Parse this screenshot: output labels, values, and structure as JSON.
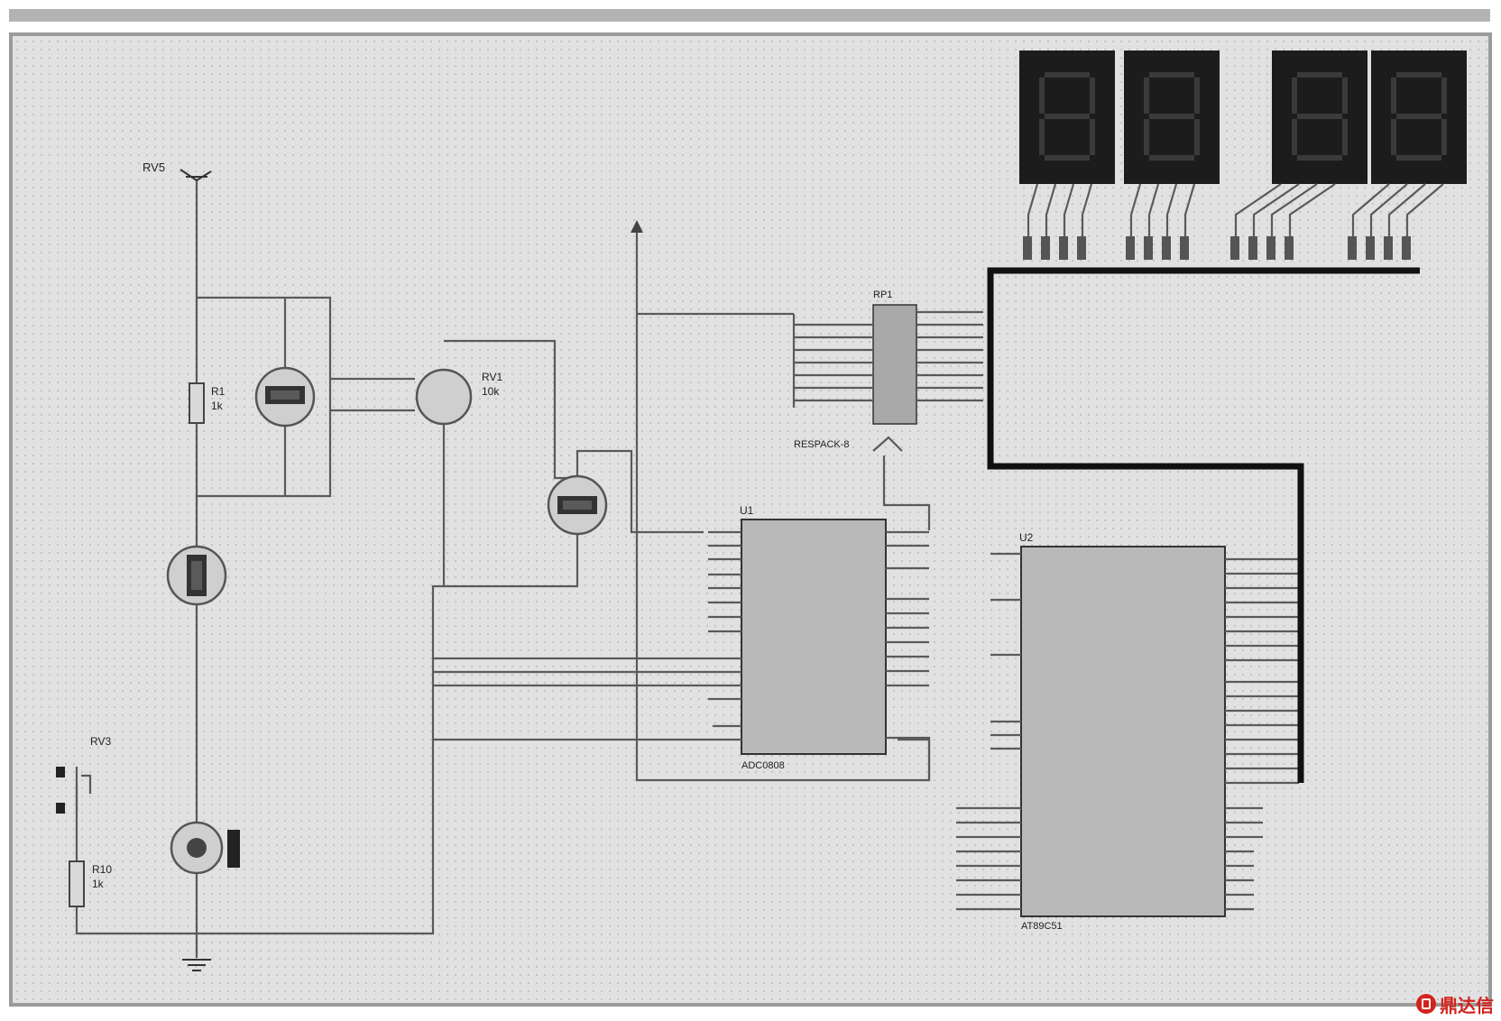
{
  "labels": {
    "power": "RV5",
    "r1": "R1",
    "r1_value": "1k",
    "rv1_ref": "RV1",
    "rv1_part": "10k",
    "u1": "U1",
    "u1_part": "ADC0808",
    "u2": "U2",
    "u2_part": "AT89C51",
    "rp1": "RP1",
    "rp1_part": "RESPACK-8",
    "rv3": "RV3",
    "r10": "R10",
    "r10_value": "1k"
  },
  "watermark": {
    "text": "鼎达信",
    "color": "#d2231e"
  },
  "colors": {
    "background": "#e2e2e2",
    "frame": "#9a9a9a",
    "bus": "#111111",
    "chip": "#b9b9b9",
    "display": "#1c1c1c"
  },
  "icons": [
    "battery-icon",
    "ground-icon",
    "motor-icon",
    "voltmeter-icon",
    "ammeter-icon",
    "potentiometer-icon",
    "seven-segment-icon"
  ]
}
